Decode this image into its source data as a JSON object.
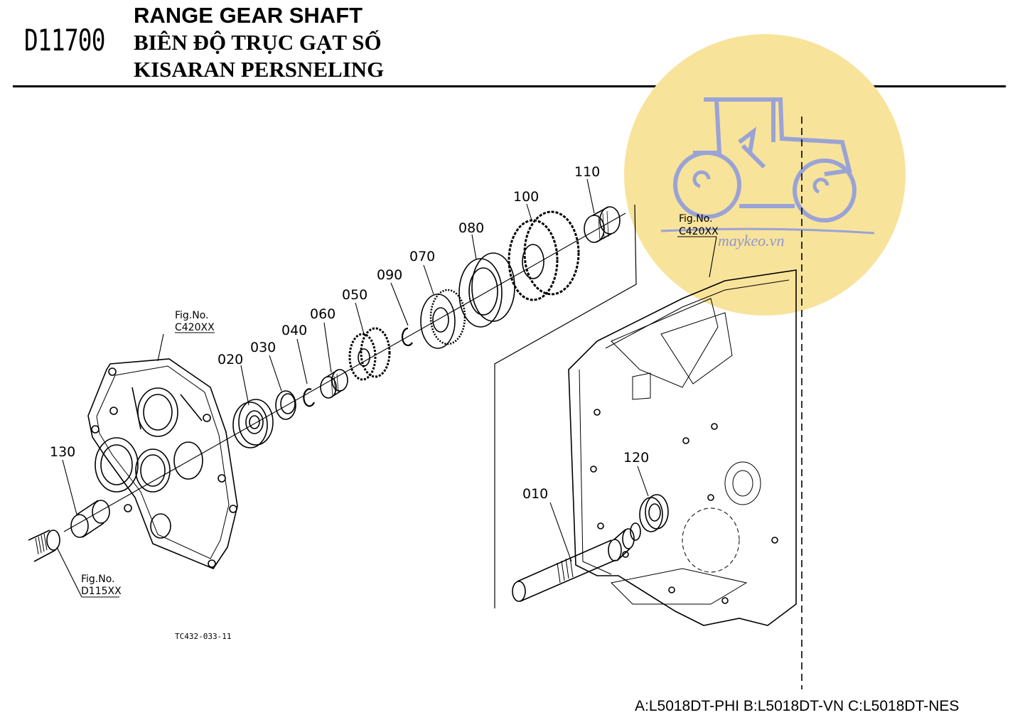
{
  "header": {
    "code": "D11700",
    "title_en": "RANGE GEAR SHAFT",
    "title_vi": "BIÊN ĐỘ TRỤC GẠT SỐ",
    "title_id": "KISARAN PERSNELING"
  },
  "parts": [
    {
      "id": "010",
      "label": "010"
    },
    {
      "id": "020",
      "label": "020"
    },
    {
      "id": "030",
      "label": "030"
    },
    {
      "id": "040",
      "label": "040"
    },
    {
      "id": "050",
      "label": "050"
    },
    {
      "id": "060",
      "label": "060"
    },
    {
      "id": "070",
      "label": "070"
    },
    {
      "id": "080",
      "label": "080"
    },
    {
      "id": "090",
      "label": "090"
    },
    {
      "id": "100",
      "label": "100"
    },
    {
      "id": "110",
      "label": "110"
    },
    {
      "id": "120",
      "label": "120"
    },
    {
      "id": "130",
      "label": "130"
    }
  ],
  "fig_refs": [
    {
      "title": "Fig.No.",
      "ref": "C420XX"
    },
    {
      "title": "Fig.No.",
      "ref": "D115XX"
    },
    {
      "title": "Fig.No.",
      "ref": "C420XX"
    }
  ],
  "drawing_ref": "TC432-033-11",
  "watermark": {
    "text": "maykeo.vn",
    "color": "#f7e29a",
    "icon": "tractor-logo-icon"
  },
  "footer": "A:L5018DT-PHI B:L5018DT-VN C:L5018DT-NES"
}
